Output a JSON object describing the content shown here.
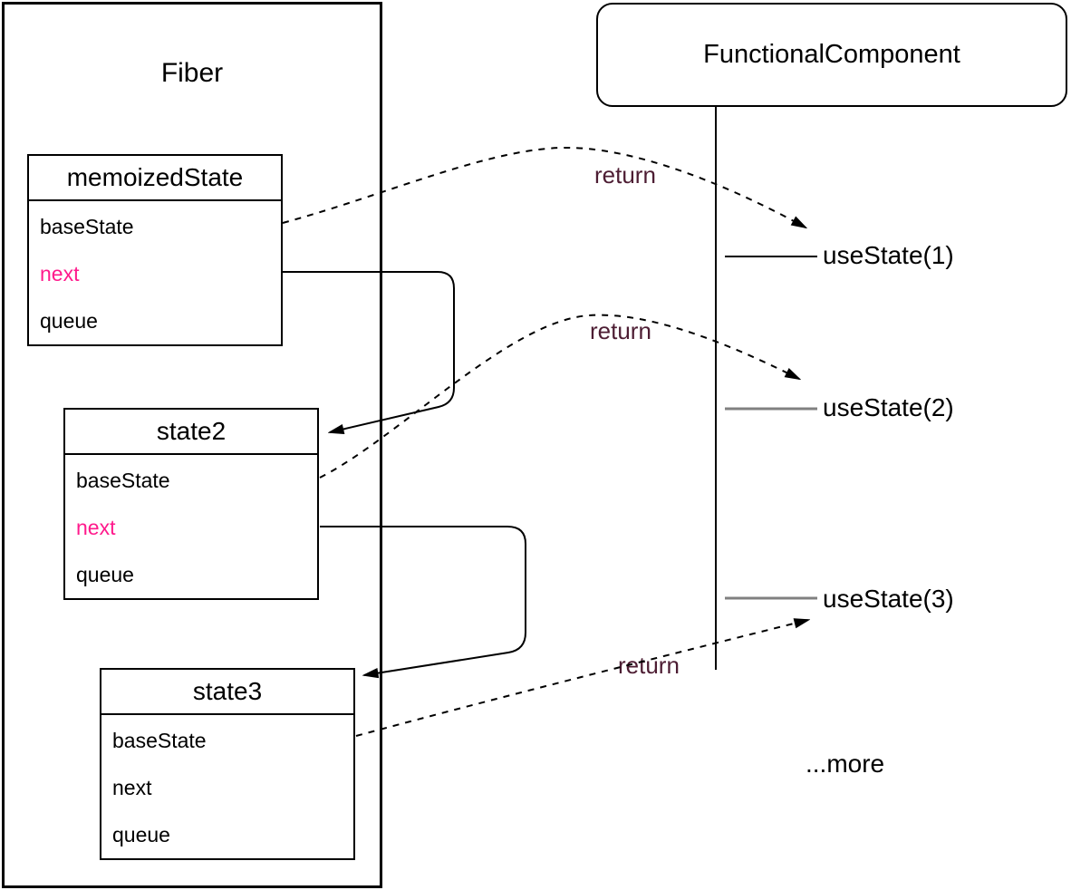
{
  "diagram": {
    "fiber_panel": {
      "title": "Fiber"
    },
    "state_boxes": [
      {
        "title": "memoizedState",
        "fields": [
          "baseState",
          "next",
          "queue"
        ],
        "next_highlighted": true
      },
      {
        "title": "state2",
        "fields": [
          "baseState",
          "next",
          "queue"
        ],
        "next_highlighted": true
      },
      {
        "title": "state3",
        "fields": [
          "baseState",
          "next",
          "queue"
        ],
        "next_highlighted": false
      }
    ],
    "functional_component": {
      "title": "FunctionalComponent"
    },
    "hook_calls": [
      {
        "label": "useState(1)",
        "line_color": "#000000"
      },
      {
        "label": "useState(2)",
        "line_color": "#808080"
      },
      {
        "label": "useState(3)",
        "line_color": "#808080"
      }
    ],
    "return_arrows": [
      {
        "label": "return"
      },
      {
        "label": "return"
      },
      {
        "label": "return"
      }
    ],
    "more_label": "...more",
    "colors": {
      "next_pointer_pink": "#ff1a8c",
      "return_label_maroon": "#4d1d33",
      "hook_line_gray": "#808080",
      "stroke_black": "#000000"
    }
  }
}
